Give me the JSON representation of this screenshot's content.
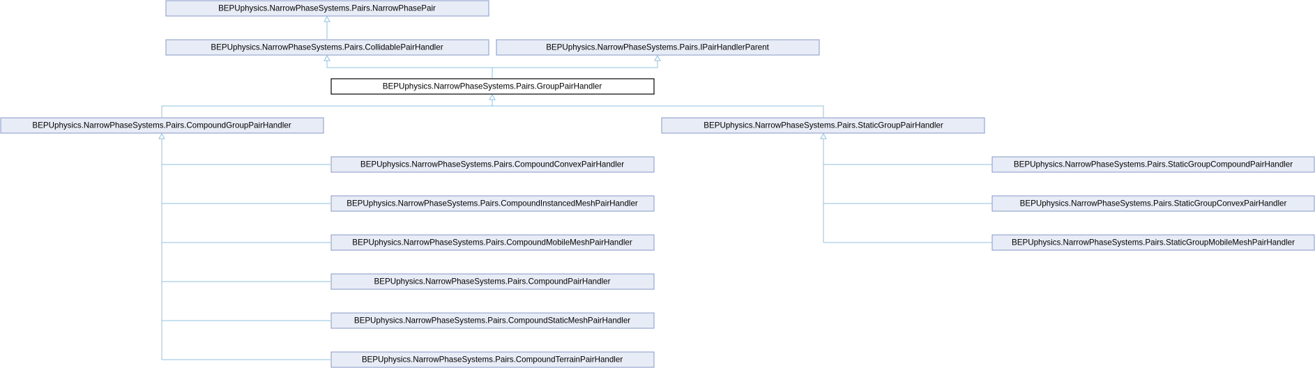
{
  "diagram": {
    "nodes": {
      "narrow_phase_pair": "BEPUphysics.NarrowPhaseSystems.Pairs.NarrowPhasePair",
      "collidable_pair_handler": "BEPUphysics.NarrowPhaseSystems.Pairs.CollidablePairHandler",
      "ipair_handler_parent": "BEPUphysics.NarrowPhaseSystems.Pairs.IPairHandlerParent",
      "group_pair_handler": "BEPUphysics.NarrowPhaseSystems.Pairs.GroupPairHandler",
      "compound_group_pair_handler": "BEPUphysics.NarrowPhaseSystems.Pairs.CompoundGroupPairHandler",
      "static_group_pair_handler": "BEPUphysics.NarrowPhaseSystems.Pairs.StaticGroupPairHandler",
      "compound_convex_pair_handler": "BEPUphysics.NarrowPhaseSystems.Pairs.CompoundConvexPairHandler",
      "compound_instanced_mesh_pair_handler": "BEPUphysics.NarrowPhaseSystems.Pairs.CompoundInstancedMeshPairHandler",
      "compound_mobile_mesh_pair_handler": "BEPUphysics.NarrowPhaseSystems.Pairs.CompoundMobileMeshPairHandler",
      "compound_pair_handler": "BEPUphysics.NarrowPhaseSystems.Pairs.CompoundPairHandler",
      "compound_static_mesh_pair_handler": "BEPUphysics.NarrowPhaseSystems.Pairs.CompoundStaticMeshPairHandler",
      "compound_terrain_pair_handler": "BEPUphysics.NarrowPhaseSystems.Pairs.CompoundTerrainPairHandler",
      "static_group_compound_pair_handler": "BEPUphysics.NarrowPhaseSystems.Pairs.StaticGroupCompoundPairHandler",
      "static_group_convex_pair_handler": "BEPUphysics.NarrowPhaseSystems.Pairs.StaticGroupConvexPairHandler",
      "static_group_mobile_mesh_pair_handler": "BEPUphysics.NarrowPhaseSystems.Pairs.StaticGroupMobileMeshPairHandler"
    },
    "current_node": "group_pair_handler",
    "edges": [
      {
        "from": "collidable_pair_handler",
        "to": "narrow_phase_pair"
      },
      {
        "from": "group_pair_handler",
        "to": "collidable_pair_handler"
      },
      {
        "from": "group_pair_handler",
        "to": "ipair_handler_parent"
      },
      {
        "from": "compound_group_pair_handler",
        "to": "group_pair_handler"
      },
      {
        "from": "static_group_pair_handler",
        "to": "group_pair_handler"
      },
      {
        "from": "compound_convex_pair_handler",
        "to": "compound_group_pair_handler"
      },
      {
        "from": "compound_instanced_mesh_pair_handler",
        "to": "compound_group_pair_handler"
      },
      {
        "from": "compound_mobile_mesh_pair_handler",
        "to": "compound_group_pair_handler"
      },
      {
        "from": "compound_pair_handler",
        "to": "compound_group_pair_handler"
      },
      {
        "from": "compound_static_mesh_pair_handler",
        "to": "compound_group_pair_handler"
      },
      {
        "from": "compound_terrain_pair_handler",
        "to": "compound_group_pair_handler"
      },
      {
        "from": "static_group_compound_pair_handler",
        "to": "static_group_pair_handler"
      },
      {
        "from": "static_group_convex_pair_handler",
        "to": "static_group_pair_handler"
      },
      {
        "from": "static_group_mobile_mesh_pair_handler",
        "to": "static_group_pair_handler"
      }
    ],
    "colors": {
      "node_fill": "#e8ecf6",
      "node_border": "#8497c5",
      "current_node_fill": "#ffffff",
      "current_node_border": "#000000",
      "edge": "#8fc0e0"
    }
  }
}
